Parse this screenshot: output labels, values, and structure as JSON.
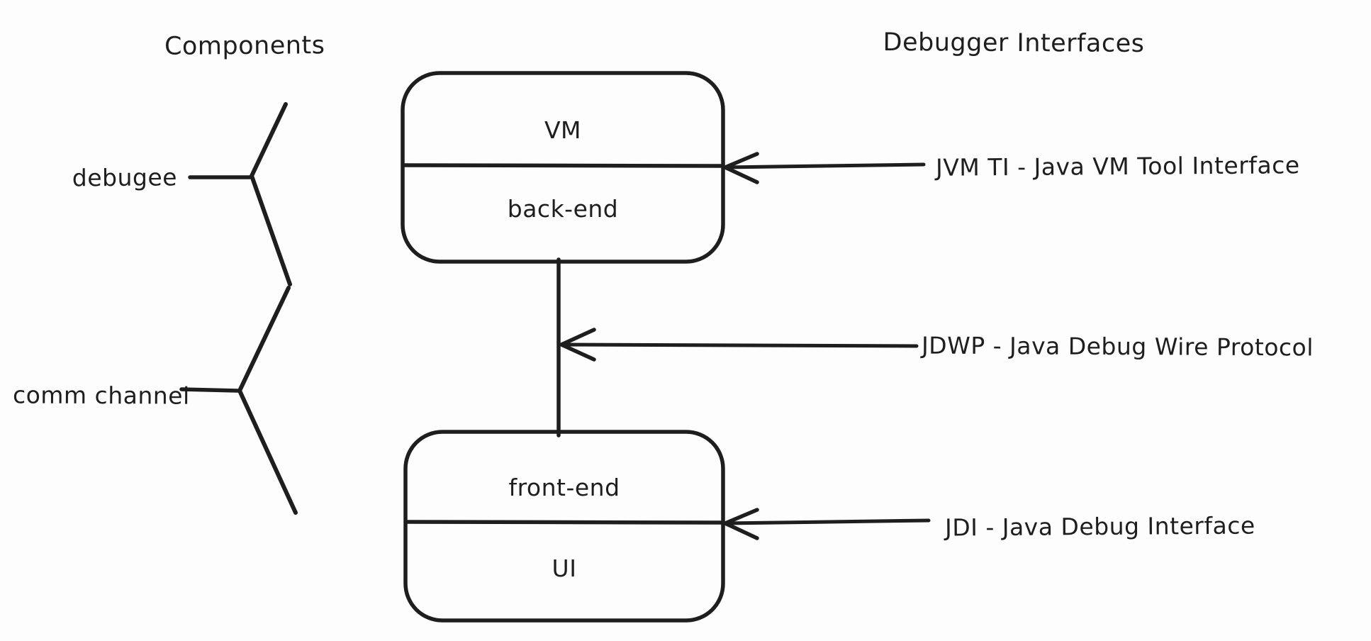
{
  "canvas": {
    "background": "#fdfdfd",
    "stroke_color": "#1e1e1e"
  },
  "headings": {
    "left": "Components",
    "right": "Debugger Interfaces"
  },
  "component_labels": {
    "debugee": "debugee",
    "comm_channel": "comm channel"
  },
  "boxes": [
    {
      "id": "vm-backend",
      "top_label": "VM",
      "bottom_label": "back-end"
    },
    {
      "id": "frontend-ui",
      "top_label": "front-end",
      "bottom_label": "UI"
    }
  ],
  "interface_labels": [
    {
      "id": "jvmti",
      "text": "JVM TI - Java VM Tool Interface"
    },
    {
      "id": "jdwp",
      "text": "JDWP - Java Debug Wire Protocol"
    },
    {
      "id": "jdi",
      "text": "JDI - Java Debug Interface"
    }
  ]
}
